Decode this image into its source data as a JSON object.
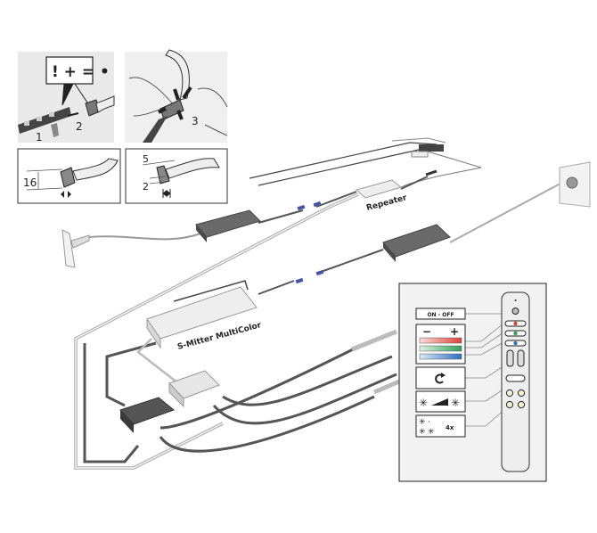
{
  "insets": {
    "polarity_symbol": "! + = •",
    "step_1": "1",
    "step_2": "2",
    "step_3": "3",
    "dim_height": "16",
    "dim_width": "5",
    "dim_gap": "2"
  },
  "labels": {
    "repeater": "Repeater",
    "s_mitter": "S-Mitter MultiColor"
  },
  "legend": {
    "on_off": "ON - OFF",
    "minus": "−",
    "plus": "+",
    "multiplier": "4x"
  },
  "colors": {
    "red": "#e0433a",
    "green": "#2ea05a",
    "blue": "#2a73c0",
    "cable_dark": "#555555",
    "box_dark": "#6a6a6a"
  }
}
